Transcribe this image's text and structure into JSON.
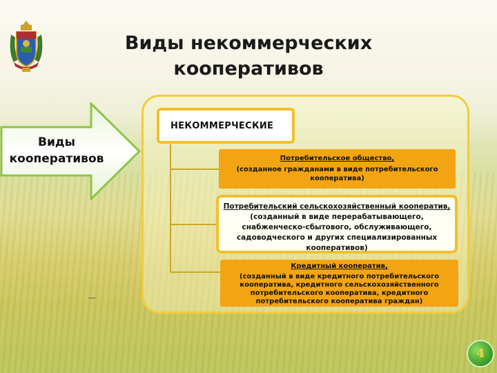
{
  "title": "Виды некоммерческих кооперативов",
  "arrow_label": "Виды кооперативов",
  "root_label": "НЕКОММЕРЧЕСКИЕ",
  "items": [
    {
      "head": "Потребительское общество,",
      "body": "(созданное гражданами  в виде потребительского кооператива)"
    },
    {
      "head": "Потребительский  сельскохозяйственный кооператив,",
      "body": "(созданный в виде  перерабатывающего, снабженческо-сбытового, обслуживающего, садоводческого и других специализированных кооперативов)"
    },
    {
      "head": "Кредитный кооператив,",
      "body": "(созданный в виде кредитного потребительского кооператива, кредитного сельскохозяйственного потребительского кооператива, кредитного потребительского кооператива граждан)"
    }
  ],
  "page_number": "4",
  "colors": {
    "accent_yellow": "#f1c02b",
    "card_orange": "#f3a412",
    "arrow_green": "#8fc447",
    "badge_green": "#3a9a23"
  },
  "icons": {
    "emblem": "krasnodar-coat-of-arms-icon"
  }
}
